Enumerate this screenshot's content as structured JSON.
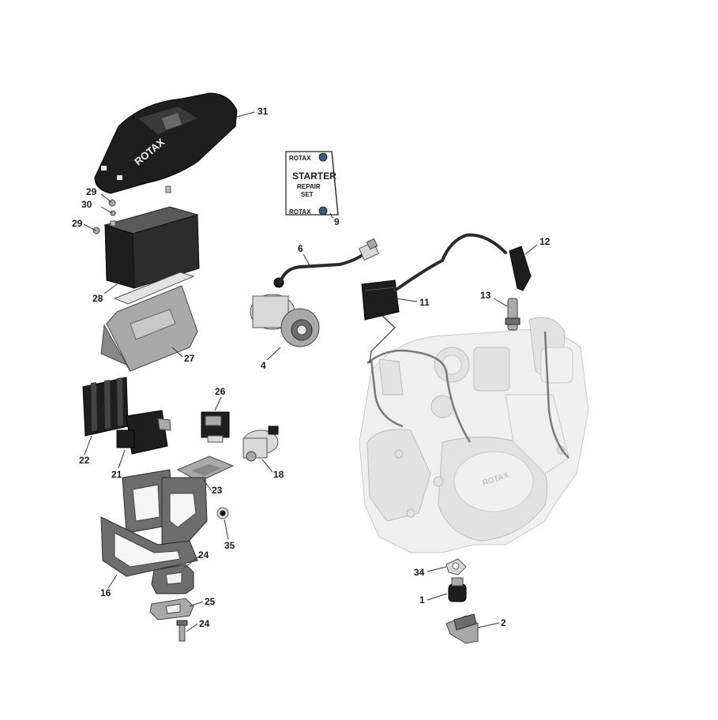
{
  "cover_logo": "ROTAX",
  "manual_card": {
    "brand_top": "ROTAX",
    "title": "STARTER",
    "line2": "REPAIR",
    "line3": "SET",
    "brand_bottom": "ROTAX"
  },
  "callouts": {
    "c31": "31",
    "c29a": "29",
    "c30": "30",
    "c29b": "29",
    "c28": "28",
    "c27": "27",
    "c9": "9",
    "c6": "6",
    "c4": "4",
    "c11": "11",
    "c12": "12",
    "c13": "13",
    "c26": "26",
    "c22": "22",
    "c21": "21",
    "c18": "18",
    "c23": "23",
    "c35": "35",
    "c24a": "24",
    "c16": "16",
    "c25": "25",
    "c24b": "24",
    "c34": "34",
    "c1": "1",
    "c2": "2"
  }
}
